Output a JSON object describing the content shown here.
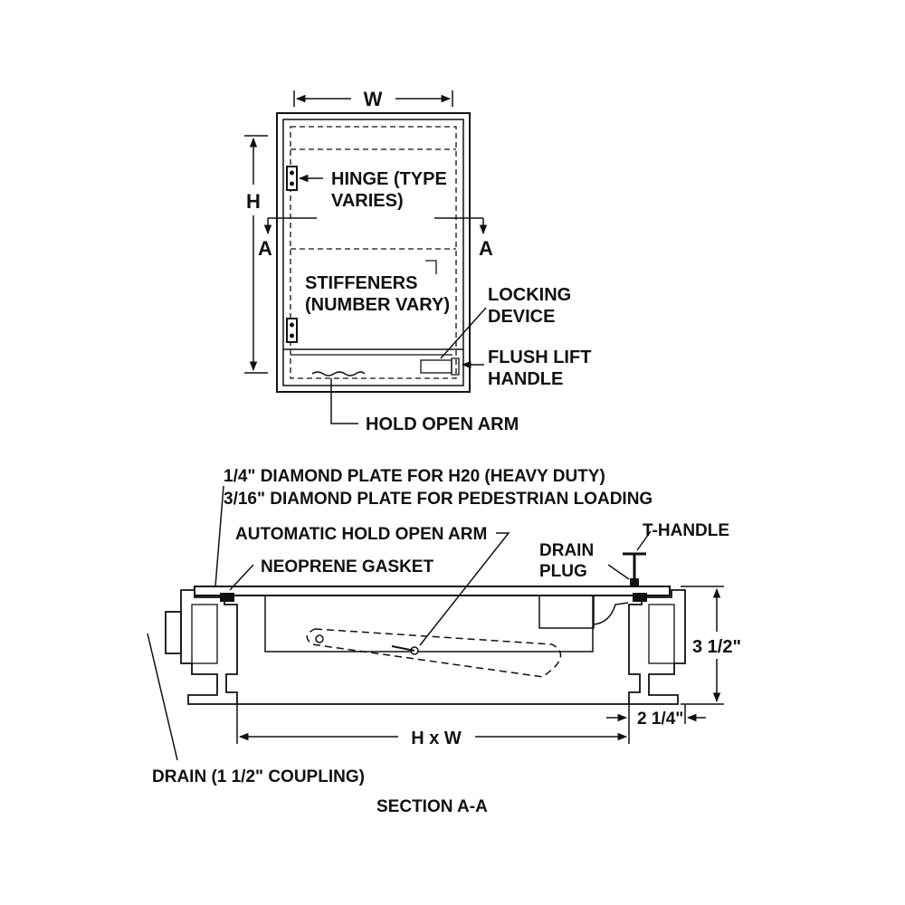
{
  "colors": {
    "ink": "#111111",
    "paper": "#ffffff"
  },
  "plan_view": {
    "width_label": "W",
    "height_label": "H",
    "section_mark_left": "A",
    "section_mark_right": "A",
    "hinge_line1": "HINGE (TYPE",
    "hinge_line2": "VARIES)",
    "stiffeners_line1": "STIFFENERS",
    "stiffeners_line2": "(NUMBER VARY)",
    "locking_line1": "LOCKING",
    "locking_line2": "DEVICE",
    "handle_line1": "FLUSH LIFT",
    "handle_line2": "HANDLE",
    "hold_open_arm": "HOLD OPEN ARM"
  },
  "section_view": {
    "plate_line1": "1/4\" DIAMOND PLATE FOR H20 (HEAVY DUTY)",
    "plate_line2": "3/16\" DIAMOND PLATE FOR PEDESTRIAN LOADING",
    "auto_arm": "AUTOMATIC HOLD OPEN ARM",
    "t_handle": "T-HANDLE",
    "drain_plug_line1": "DRAIN",
    "drain_plug_line2": "PLUG",
    "gasket": "NEOPRENE GASKET",
    "depth_dim": "3 1/2\"",
    "flange_dim": "2 1/4\"",
    "size_dim": "H x W",
    "drain": "DRAIN (1 1/2\" COUPLING)",
    "title": "SECTION A-A"
  }
}
